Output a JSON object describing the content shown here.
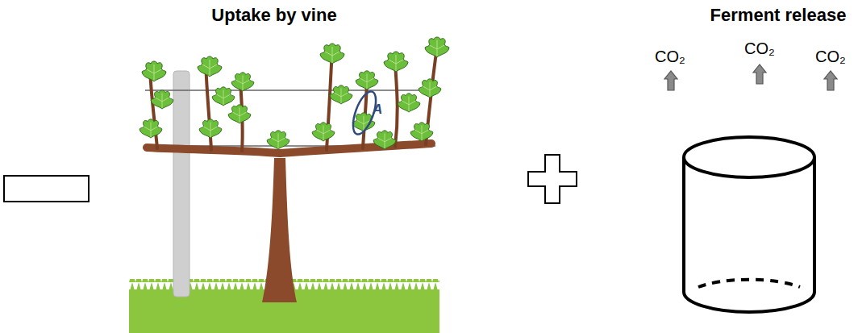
{
  "diagram": {
    "labels": [
      "Uptake by vine",
      "Ferment release",
      "A",
      "CO₂",
      "CO₂",
      "CO₂"
    ]
  }
}
